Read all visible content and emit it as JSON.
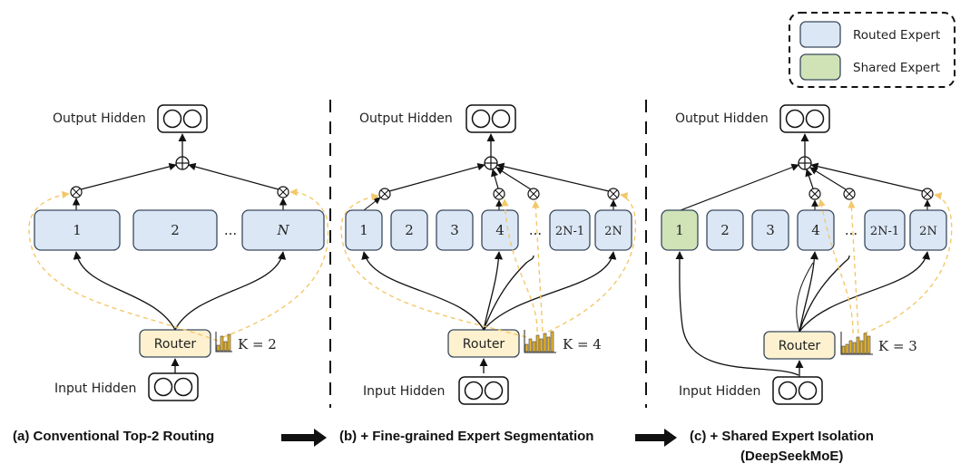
{
  "legend": {
    "routed_label": "Routed Expert",
    "shared_label": "Shared Expert",
    "routed_color": "#dbe7f5",
    "shared_color": "#cfe3b7"
  },
  "colors": {
    "expert_stroke": "#3a4a5c",
    "router_fill": "#fdf1cf",
    "dashed_arrow": "#f3c86a",
    "arrow": "#111111"
  },
  "panel_a": {
    "output_label": "Output Hidden",
    "input_label": "Input Hidden",
    "router_label": "Router",
    "k_label": "K = 2",
    "experts": [
      "1",
      "2",
      "N"
    ],
    "ellipsis": "...",
    "caption": "(a) Conventional Top-2 Routing"
  },
  "panel_b": {
    "output_label": "Output Hidden",
    "input_label": "Input Hidden",
    "router_label": "Router",
    "k_label": "K = 4",
    "experts": [
      "1",
      "2",
      "3",
      "4",
      "2N-1",
      "2N"
    ],
    "ellipsis": "...",
    "caption": "(b) + Fine-grained Expert Segmentation"
  },
  "panel_c": {
    "output_label": "Output Hidden",
    "input_label": "Input Hidden",
    "router_label": "Router",
    "k_label": "K = 3",
    "experts": [
      "1",
      "2",
      "3",
      "4",
      "2N-1",
      "2N"
    ],
    "ellipsis": "...",
    "caption_line1": "(c) + Shared Expert Isolation",
    "caption_line2": "(DeepSeekMoE)"
  }
}
